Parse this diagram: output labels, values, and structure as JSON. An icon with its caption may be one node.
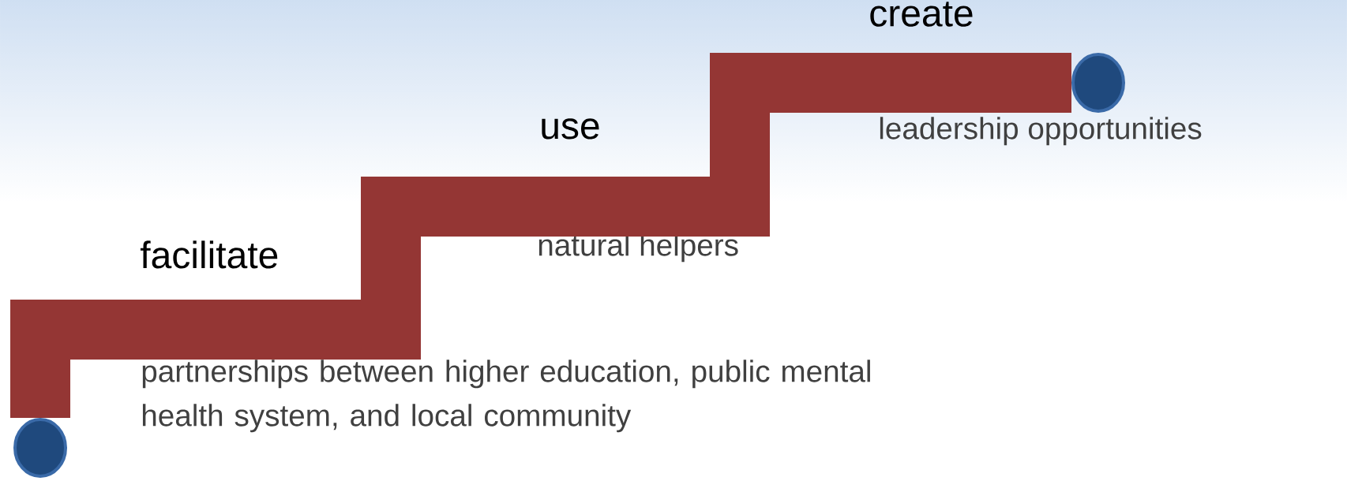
{
  "diagram": {
    "nodes": [
      {
        "text": [],
        "shape": "circle"
      },
      {
        "text": [],
        "shape": "circle"
      }
    ],
    "edges": [
      {
        "from": 0,
        "to": 1,
        "arrow": "none",
        "color": "#943634"
      }
    ],
    "labels": [
      "create",
      "leadership opportunities",
      "use",
      "natural helpers",
      "facilitate",
      "partnerships between higher education, public mental health system, and local community"
    ]
  }
}
